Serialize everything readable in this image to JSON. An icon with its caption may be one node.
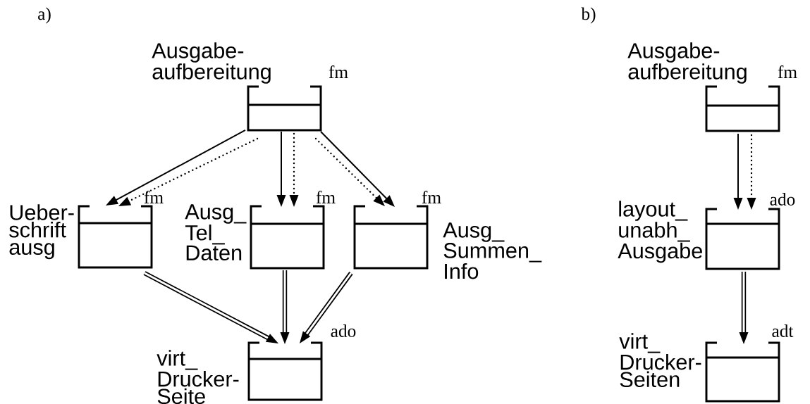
{
  "diagram": {
    "nodes": [
      {
        "text": [
          "Ausgabe- aufbereitung",
          "fm"
        ]
      },
      {
        "text": [
          "Ueber- schrift ausg",
          "fm"
        ]
      },
      {
        "text": [
          "Ausg_ Tel_ Daten",
          "fm"
        ]
      },
      {
        "text": [
          "Ausg_ Summen_ Info",
          "fm"
        ]
      },
      {
        "text": [
          "virt_ Drucker- Seite",
          "ado"
        ]
      },
      {
        "text": [
          "Ausgabe- aufbereitung",
          "fm"
        ]
      },
      {
        "text": [
          "layout_ unabh_ Ausgabe",
          "ado"
        ]
      },
      {
        "text": [
          "virt_ Drucker- Seiten",
          "adt"
        ]
      }
    ],
    "edges": [
      {
        "from": 0,
        "to": 1,
        "arrow": "to"
      },
      {
        "from": 0,
        "to": 1,
        "arrow": "to",
        "style": "dashed"
      },
      {
        "from": 0,
        "to": 2,
        "arrow": "to"
      },
      {
        "from": 0,
        "to": 2,
        "arrow": "to",
        "style": "dashed"
      },
      {
        "from": 0,
        "to": 3,
        "arrow": "to"
      },
      {
        "from": 0,
        "to": 3,
        "arrow": "to",
        "style": "dashed"
      },
      {
        "from": 1,
        "to": 4,
        "arrow": "to",
        "style": "thick"
      },
      {
        "from": 2,
        "to": 4,
        "arrow": "to",
        "style": "thick"
      },
      {
        "from": 3,
        "to": 4,
        "arrow": "to",
        "style": "thick"
      },
      {
        "from": 5,
        "to": 6,
        "arrow": "to"
      },
      {
        "from": 5,
        "to": 6,
        "arrow": "to",
        "style": "dashed"
      },
      {
        "from": 6,
        "to": 7,
        "arrow": "to",
        "style": "thick"
      }
    ],
    "labels": [
      "a)",
      "b)"
    ]
  }
}
